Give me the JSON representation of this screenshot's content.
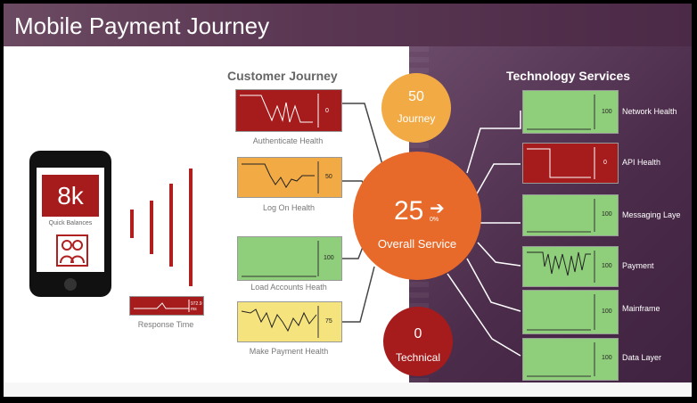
{
  "header": {
    "title": "Mobile Payment Journey"
  },
  "sections": {
    "customer_journey_title": "Customer Journey",
    "technology_services_title": "Technology Services"
  },
  "phone": {
    "quick_balances_value": "8k",
    "quick_balances_label": "Quick Balances"
  },
  "response_time": {
    "label": "Response Time",
    "value": "972.9 ms"
  },
  "journey": {
    "value": "50",
    "label": "Journey"
  },
  "overall": {
    "value": "25",
    "delta": "0%",
    "label": "Overall Service"
  },
  "technical": {
    "value": "0",
    "label": "Technical"
  },
  "customer_metrics": [
    {
      "name": "Authenticate Health",
      "value": "0"
    },
    {
      "name": "Log On Health",
      "value": "50"
    },
    {
      "name": "Load Accounts Heath",
      "value": "100"
    },
    {
      "name": "Make Payment Health",
      "value": "75"
    }
  ],
  "tech_metrics": [
    {
      "name": "Network Health",
      "value": "100"
    },
    {
      "name": "API Health",
      "value": "0"
    },
    {
      "name": "Messaging Laye",
      "value": "100"
    },
    {
      "name": "Payment",
      "value": "100"
    },
    {
      "name": "Mainframe",
      "value": "100"
    },
    {
      "name": "Data Layer",
      "value": "100"
    }
  ],
  "colors": {
    "red": "#a61b1b",
    "orange": "#e86a2b",
    "amber": "#f2aa45",
    "green": "#8fcf7b",
    "yellow": "#f5e37e",
    "purple": "#4b2a47"
  },
  "icons": [
    "people-icon",
    "arrow-right-icon"
  ]
}
